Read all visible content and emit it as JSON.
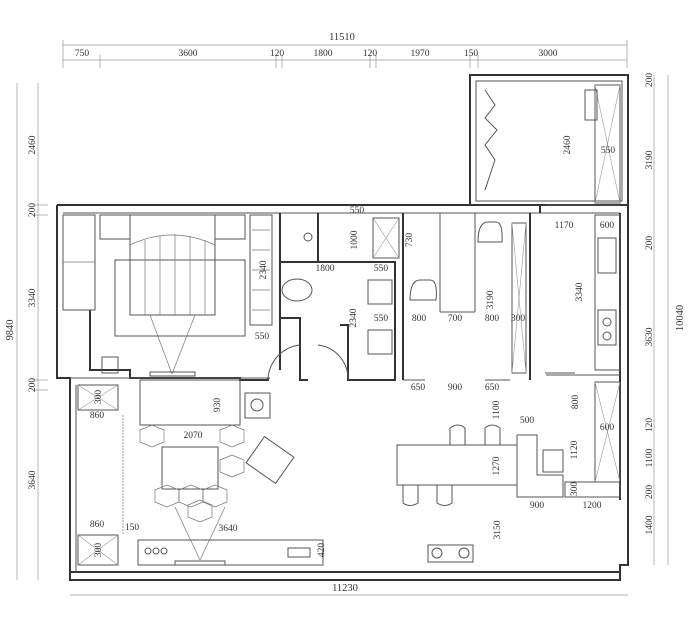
{
  "title": "Apartment floor plan",
  "dims": {
    "top_total": "11510",
    "top": [
      "750",
      "3600",
      "120",
      "1800",
      "120",
      "1970",
      "150",
      "3000"
    ],
    "left_total": "9840",
    "left": [
      "2460",
      "200",
      "3340",
      "200",
      "3640"
    ],
    "right_total": "10040",
    "right": [
      "200",
      "3190",
      "200",
      "3630",
      "120",
      "1100",
      "200",
      "1400"
    ],
    "bottom_total": "11230",
    "interior": [
      "550",
      "1000",
      "730",
      "1800",
      "550",
      "2340",
      "550",
      "800",
      "700",
      "800",
      "300",
      "3190",
      "550",
      "2340",
      "650",
      "900",
      "650",
      "2460",
      "550",
      "1170",
      "600",
      "3340",
      "600",
      "800",
      "1100",
      "500",
      "1120",
      "1270",
      "300",
      "900",
      "1200",
      "3150",
      "930",
      "2070",
      "860",
      "300",
      "860",
      "150",
      "3640",
      "300",
      "420"
    ]
  },
  "colors": {
    "wall": "#333333",
    "dimension": "#999999"
  }
}
